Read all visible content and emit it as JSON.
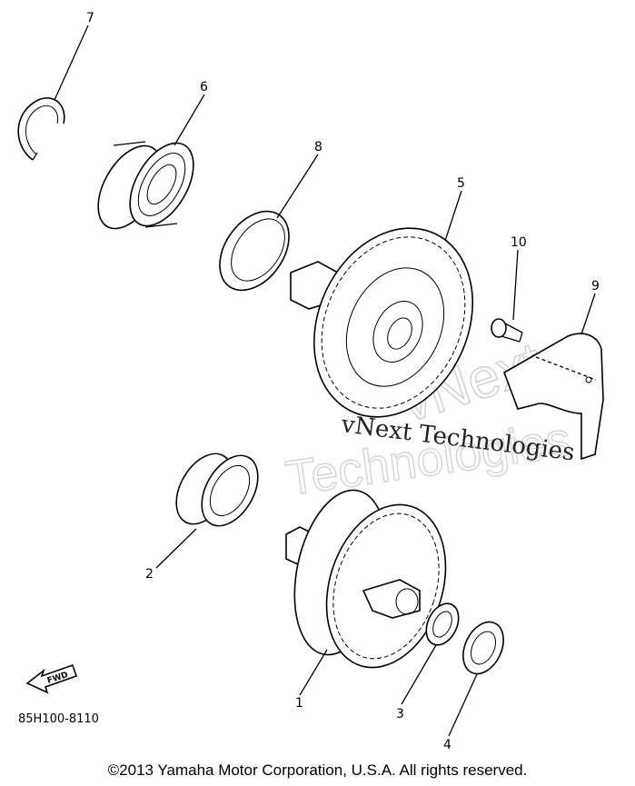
{
  "diagram": {
    "part_numbers": [
      "1",
      "2",
      "3",
      "4",
      "5",
      "6",
      "7",
      "8",
      "9",
      "10"
    ],
    "drawing_code": "85H100-8110",
    "fwd_label": "FWD",
    "watermark_small": "vNext Technologies",
    "watermark_large_1": "vNext",
    "watermark_large_2": "Technologies"
  },
  "footer": {
    "copyright": "©2013 Yamaha Motor Corporation, U.S.A. All rights reserved."
  }
}
